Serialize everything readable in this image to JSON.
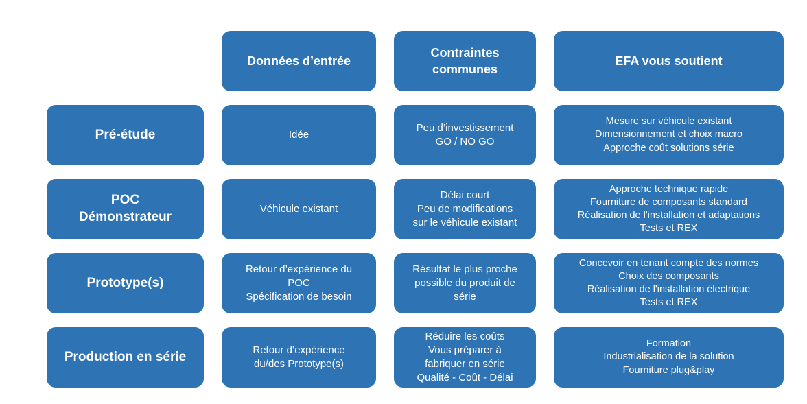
{
  "colors": {
    "box_blue": "#2E74B5",
    "text_white": "#FFFFFF",
    "background": "#FFFFFF"
  },
  "table": {
    "headers": [
      "Données d’entrée",
      "Contraintes\ncommunes",
      "EFA vous soutient"
    ],
    "rows": [
      {
        "label": "Pré-étude",
        "cells": [
          "Idée",
          "Peu d’investissement\nGO / NO GO",
          "Mesure sur véhicule existant\nDimensionnement et choix macro\nApproche coût solutions série"
        ]
      },
      {
        "label": "POC\nDémonstrateur",
        "cells": [
          "Véhicule existant",
          "Délai court\nPeu de modifications\nsur le véhicule existant",
          "Approche technique rapide\nFourniture de composants standard\nRéalisation de l'installation et adaptations\nTests et REX"
        ]
      },
      {
        "label": "Prototype(s)",
        "cells": [
          "Retour d’expérience du\nPOC\nSpécification de besoin",
          "Résultat le plus proche\npossible du produit de\nsérie",
          "Concevoir en tenant compte des normes\nChoix des composants\nRéalisation de l'installation électrique\nTests et REX"
        ]
      },
      {
        "label": "Production en série",
        "cells": [
          "Retour d’expérience\ndu/des Prototype(s)",
          "Réduire les coûts\nVous préparer à\nfabriquer en série\nQualité - Coût -  Délai",
          "Formation\nIndustrialisation de la solution\nFourniture plug&play"
        ]
      }
    ]
  }
}
